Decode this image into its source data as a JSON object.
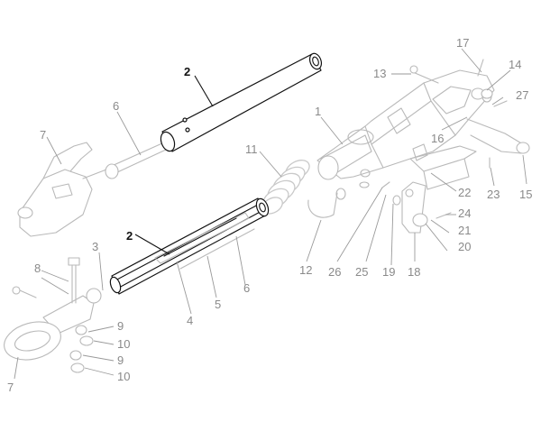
{
  "diagram": {
    "callouts": [
      {
        "id": "c2a",
        "text": "2",
        "highlight": true
      },
      {
        "id": "c2b",
        "text": "2",
        "highlight": true
      },
      {
        "id": "c1",
        "text": "1",
        "highlight": false
      },
      {
        "id": "c3",
        "text": "3",
        "highlight": false
      },
      {
        "id": "c4",
        "text": "4",
        "highlight": false
      },
      {
        "id": "c5",
        "text": "5",
        "highlight": false
      },
      {
        "id": "c6a",
        "text": "6",
        "highlight": false
      },
      {
        "id": "c6b",
        "text": "6",
        "highlight": false
      },
      {
        "id": "c7a",
        "text": "7",
        "highlight": false
      },
      {
        "id": "c7b",
        "text": "7",
        "highlight": false
      },
      {
        "id": "c8",
        "text": "8",
        "highlight": false
      },
      {
        "id": "c9a",
        "text": "9",
        "highlight": false
      },
      {
        "id": "c9b",
        "text": "9",
        "highlight": false
      },
      {
        "id": "c10a",
        "text": "10",
        "highlight": false
      },
      {
        "id": "c10b",
        "text": "10",
        "highlight": false
      },
      {
        "id": "c11",
        "text": "11",
        "highlight": false
      },
      {
        "id": "c12",
        "text": "12",
        "highlight": false
      },
      {
        "id": "c13",
        "text": "13",
        "highlight": false
      },
      {
        "id": "c14",
        "text": "14",
        "highlight": false
      },
      {
        "id": "c15",
        "text": "15",
        "highlight": false
      },
      {
        "id": "c16",
        "text": "16",
        "highlight": false
      },
      {
        "id": "c17",
        "text": "17",
        "highlight": false
      },
      {
        "id": "c18",
        "text": "18",
        "highlight": false
      },
      {
        "id": "c19",
        "text": "19",
        "highlight": false
      },
      {
        "id": "c20",
        "text": "20",
        "highlight": false
      },
      {
        "id": "c21",
        "text": "21",
        "highlight": false
      },
      {
        "id": "c22",
        "text": "22",
        "highlight": false
      },
      {
        "id": "c23",
        "text": "23",
        "highlight": false
      },
      {
        "id": "c24",
        "text": "24",
        "highlight": false
      },
      {
        "id": "c25",
        "text": "25",
        "highlight": false
      },
      {
        "id": "c26",
        "text": "26",
        "highlight": false
      },
      {
        "id": "c27",
        "text": "27",
        "highlight": false
      }
    ]
  }
}
